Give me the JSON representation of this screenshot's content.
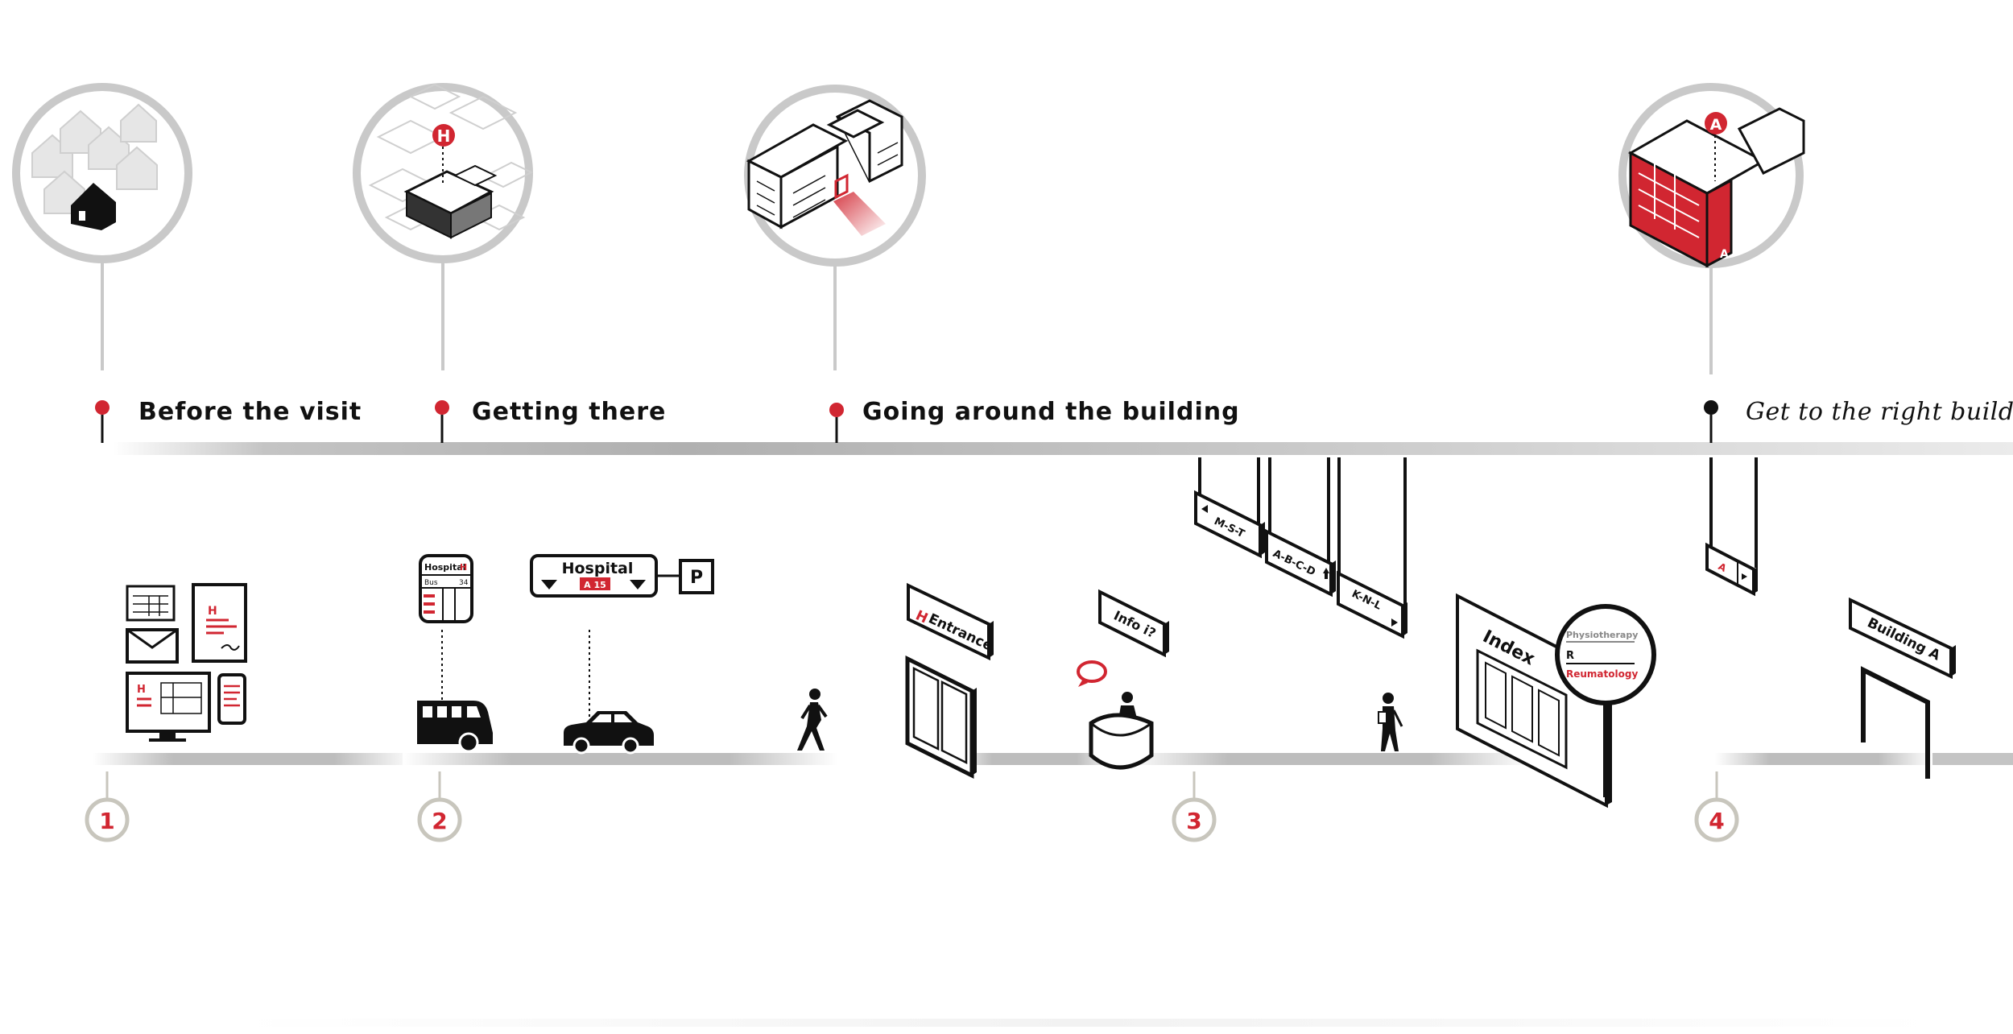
{
  "stages": [
    {
      "label": "Before the visit",
      "marker_color": "#d12631"
    },
    {
      "label": "Getting there",
      "marker_color": "#d12631"
    },
    {
      "label": "Going around the building",
      "marker_color": "#d12631"
    },
    {
      "label": "Get to the right building p",
      "marker_color": "#111111"
    }
  ],
  "steps": [
    "1",
    "2",
    "3",
    "4"
  ],
  "signs": {
    "hospital_h": "H",
    "building_badge": "A",
    "bus_sign_title": "Hospital",
    "bus_sign_h": "H",
    "bus_sign_bus": "Bus",
    "bus_sign_number": "34",
    "road_sign": "Hospital",
    "road_sign_route": "A 15",
    "parking": "P",
    "entrance_h": "H",
    "entrance": "Entrance",
    "info": "Info i?",
    "hanging_1": "M-S-T",
    "hanging_2": "A-B-C-D",
    "hanging_3": "K-N-L",
    "index_title": "Index",
    "magnifier_line1": "Physiotherapy",
    "magnifier_line2": "R",
    "magnifier_line3": "Reumatology",
    "small_hanging": "A",
    "building_a": "Building A",
    "doc_h": "H",
    "screen_h": "H"
  },
  "colors": {
    "accent": "#d12631",
    "ink": "#111111",
    "ring": "#c9c9c9",
    "step_ring": "#c8c6bd"
  }
}
